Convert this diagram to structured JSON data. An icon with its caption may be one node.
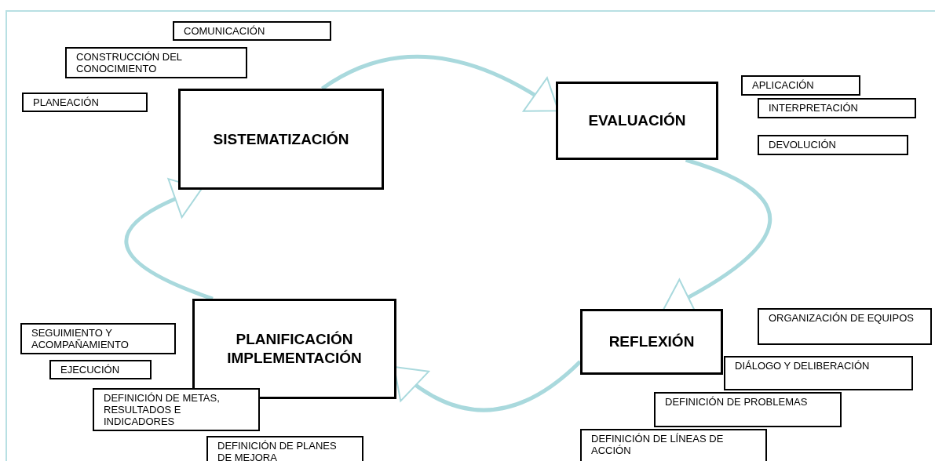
{
  "diagram": {
    "nodes": [
      {
        "text": [
          "COMUNICACIÓN"
        ]
      },
      {
        "text": [
          "CONSTRUCCIÓN DEL CONOCIMIENTO"
        ]
      },
      {
        "text": [
          "PLANEACIÓN"
        ]
      },
      {
        "text": [
          "SISTEMATIZACIÓN"
        ]
      },
      {
        "text": [
          "EVALUACIÓN"
        ]
      },
      {
        "text": [
          "APLICACIÓN"
        ]
      },
      {
        "text": [
          "INTERPRETACIÓN"
        ]
      },
      {
        "text": [
          "DEVOLUCIÓN"
        ]
      },
      {
        "text": [
          "ORGANIZACIÓN DE EQUIPOS"
        ]
      },
      {
        "text": [
          "REFLEXIÓN"
        ]
      },
      {
        "text": [
          "DIÁLOGO Y DELIBERACIÓN"
        ]
      },
      {
        "text": [
          "SEGUIMIENTO Y ACOMPAÑAMIENTO"
        ]
      },
      {
        "text": [
          "PLANIFICACIÓN IMPLEMENTACIÓN"
        ]
      },
      {
        "text": [
          "EJECUCIÓN"
        ]
      },
      {
        "text": [
          "DEFINICIÓN DE METAS, RESULTADOS E INDICADORES"
        ]
      },
      {
        "text": [
          "DEFINICIÓN DE PROBLEMAS"
        ]
      },
      {
        "text": [
          "DEFINICIÓN DE PLANES DE MEJORA"
        ]
      },
      {
        "text": [
          "DEFINICIÓN DE LÍNEAS DE ACCIÓN"
        ]
      }
    ],
    "edges": [
      {
        "from": 3,
        "to": 4,
        "arrow": "to"
      },
      {
        "from": 4,
        "to": 9,
        "arrow": "to"
      },
      {
        "from": 9,
        "to": 12,
        "arrow": "to"
      },
      {
        "from": 12,
        "to": 3,
        "arrow": "to"
      }
    ]
  }
}
